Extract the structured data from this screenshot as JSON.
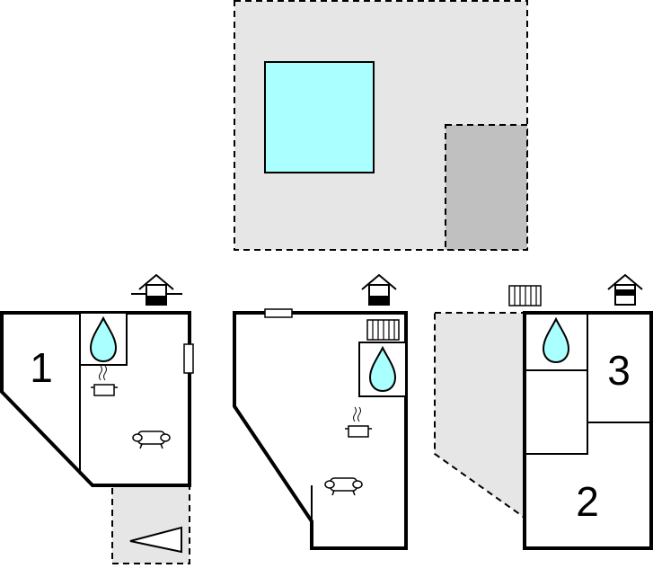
{
  "rooms": [
    {
      "number": "1"
    },
    {
      "number": "2"
    },
    {
      "number": "3"
    }
  ],
  "colors": {
    "pool": "#aaffff",
    "outdoor_area": "#e6e6e6",
    "parking": "#c0c0c0",
    "wall": "#000000"
  },
  "icons": [
    "entrance-icon",
    "shower-icon",
    "kitchen-icon",
    "sofa-icon",
    "radiator-icon",
    "window-icon",
    "stairs-icon"
  ]
}
